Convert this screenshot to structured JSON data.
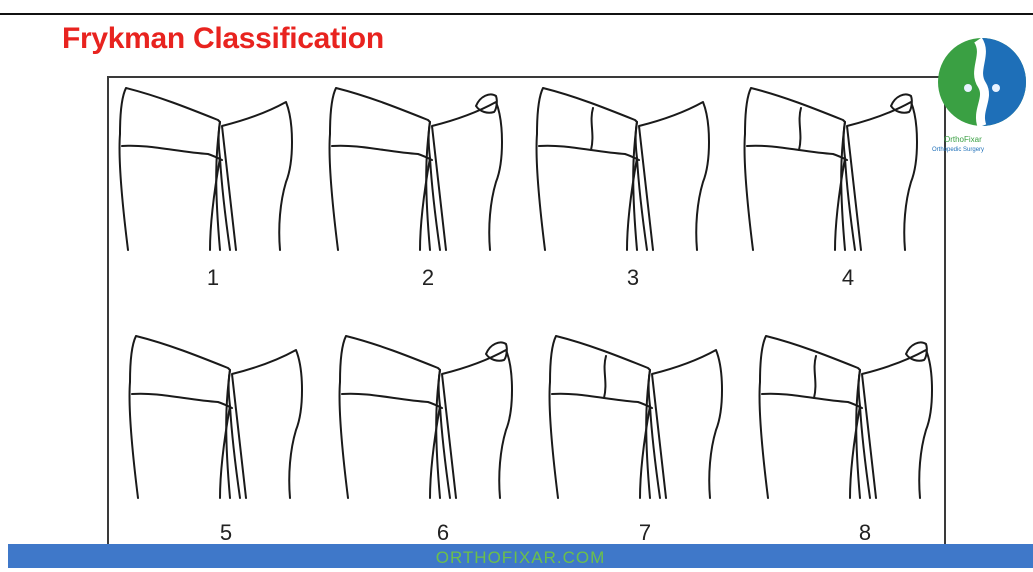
{
  "title": "Frykman Classification",
  "figures": [
    {
      "number": "1",
      "ulnar_styloid_fracture": false,
      "radiocarpal_line": false
    },
    {
      "number": "2",
      "ulnar_styloid_fracture": true,
      "radiocarpal_line": false
    },
    {
      "number": "3",
      "ulnar_styloid_fracture": false,
      "radiocarpal_line": true
    },
    {
      "number": "4",
      "ulnar_styloid_fracture": true,
      "radiocarpal_line": true
    },
    {
      "number": "5",
      "ulnar_styloid_fracture": false,
      "radiocarpal_line": false
    },
    {
      "number": "6",
      "ulnar_styloid_fracture": true,
      "radiocarpal_line": false
    },
    {
      "number": "7",
      "ulnar_styloid_fracture": false,
      "radiocarpal_line": true
    },
    {
      "number": "8",
      "ulnar_styloid_fracture": true,
      "radiocarpal_line": true
    }
  ],
  "logo": {
    "name": "OrthoFixar",
    "tagline": "Orthopedic Surgery"
  },
  "footer": {
    "site": "ORTHOFIXAR.COM"
  },
  "colors": {
    "title": "#e8231f",
    "footer_bar": "#3f78c9",
    "footer_text": "#6cc04a",
    "logo_green": "#3aa043",
    "logo_blue": "#1e6fb8"
  }
}
